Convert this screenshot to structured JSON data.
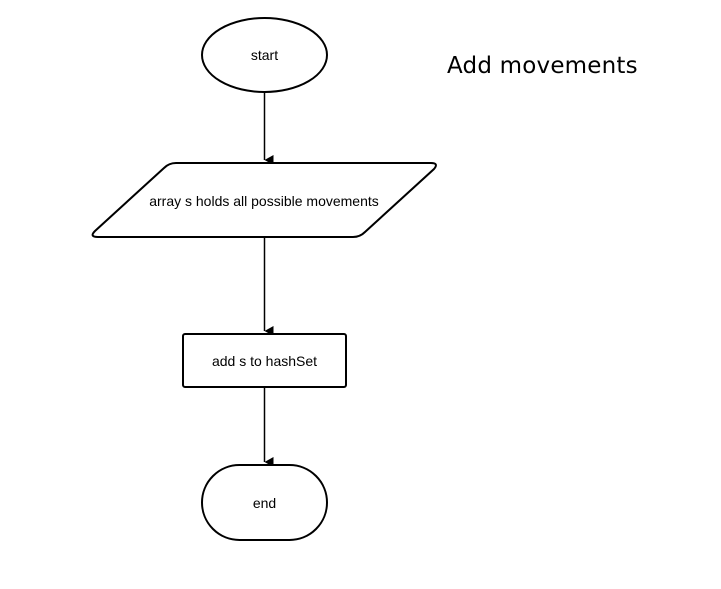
{
  "diagram": {
    "title": "Add movements",
    "nodes": {
      "start": "start",
      "input": "array s holds all possible movements",
      "process": "add s to hashSet",
      "end": "end"
    },
    "colors": {
      "stroke": "#000000",
      "fill": "#ffffff",
      "text": "#000000"
    }
  }
}
